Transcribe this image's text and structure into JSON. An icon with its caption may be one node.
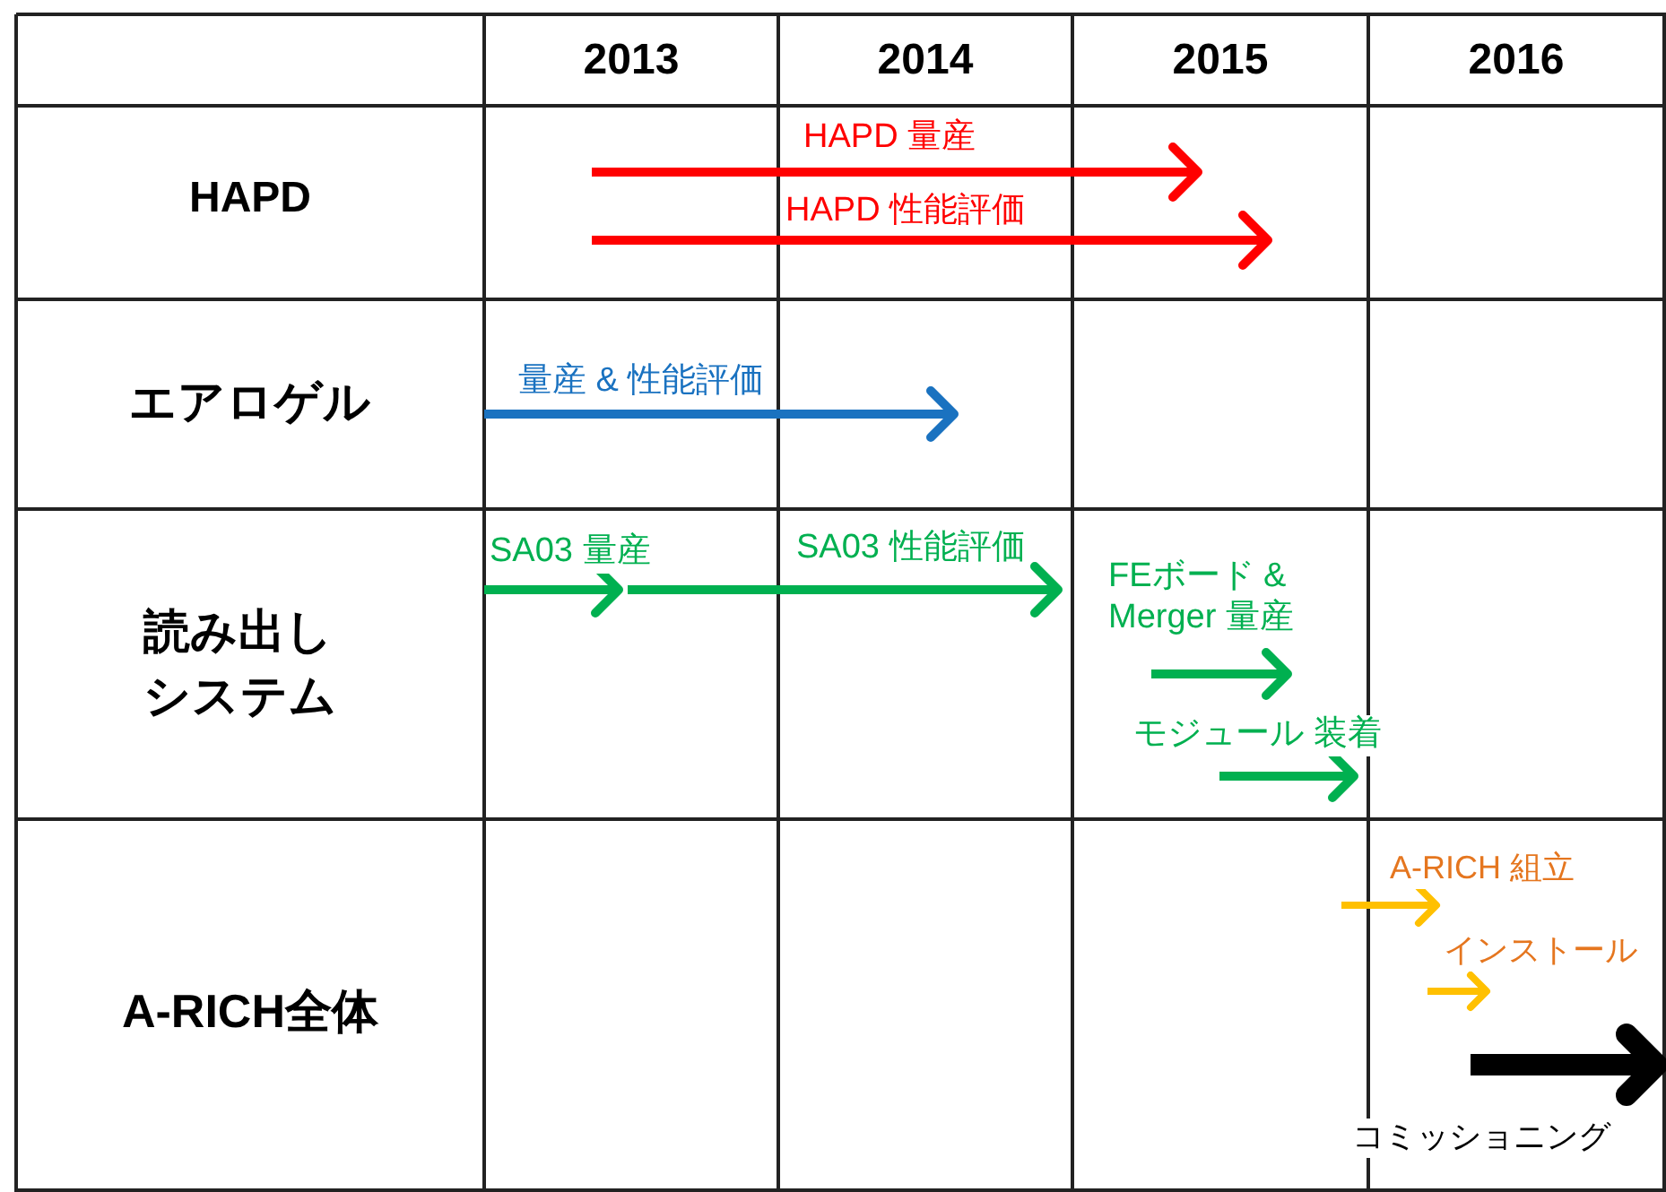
{
  "diagram": {
    "labels": [
      "2013",
      "2014",
      "2015",
      "2016",
      "HAPD",
      "HAPD 量産",
      "HAPD 性能評価",
      "エアロゲル",
      "量産 & 性能評価",
      "読み出しシステム",
      "SA03 量産",
      "SA03 性能評価",
      "FEボード & Merger 量産",
      "モジュール 装着",
      "A-RICH全体",
      "A-RICH 組立",
      "インストール",
      "コミッショニング"
    ]
  }
}
